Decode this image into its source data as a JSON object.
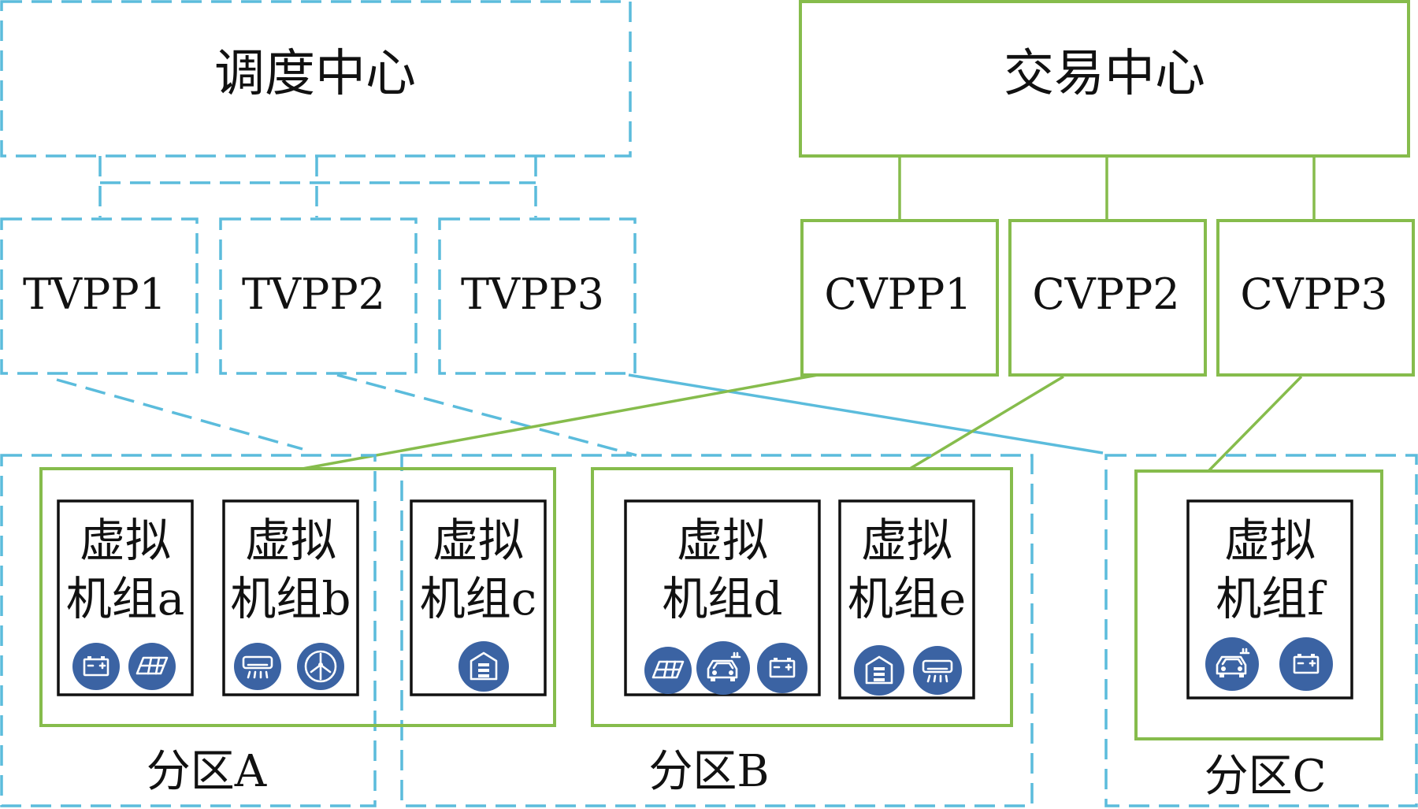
{
  "dispatch_center": {
    "label": "调度中心"
  },
  "trading_center": {
    "label": "交易中心"
  },
  "tvpps": [
    {
      "label": "TVPP1"
    },
    {
      "label": "TVPP2"
    },
    {
      "label": "TVPP3"
    }
  ],
  "cvpps": [
    {
      "label": "CVPP1"
    },
    {
      "label": "CVPP2"
    },
    {
      "label": "CVPP3"
    }
  ],
  "units": [
    {
      "line1": "虚拟",
      "line2": "机组a",
      "icons": [
        "battery-icon",
        "solar-panel-icon"
      ]
    },
    {
      "line1": "虚拟",
      "line2": "机组b",
      "icons": [
        "air-conditioner-icon",
        "wind-turbine-icon"
      ]
    },
    {
      "line1": "虚拟",
      "line2": "机组c",
      "icons": [
        "building-icon"
      ]
    },
    {
      "line1": "虚拟",
      "line2": "机组d",
      "icons": [
        "solar-panel-icon",
        "electric-vehicle-icon",
        "battery-icon"
      ]
    },
    {
      "line1": "虚拟",
      "line2": "机组e",
      "icons": [
        "building-icon",
        "air-conditioner-icon"
      ]
    },
    {
      "line1": "虚拟",
      "line2": "机组f",
      "icons": [
        "electric-vehicle-icon",
        "battery-icon"
      ]
    }
  ],
  "zones": [
    {
      "label": "分区A"
    },
    {
      "label": "分区B"
    },
    {
      "label": "分区C"
    }
  ],
  "colors": {
    "dispatch_link": "#5bbcdc",
    "trading_link": "#86bc4c",
    "icon_fill": "#3b63a3"
  }
}
